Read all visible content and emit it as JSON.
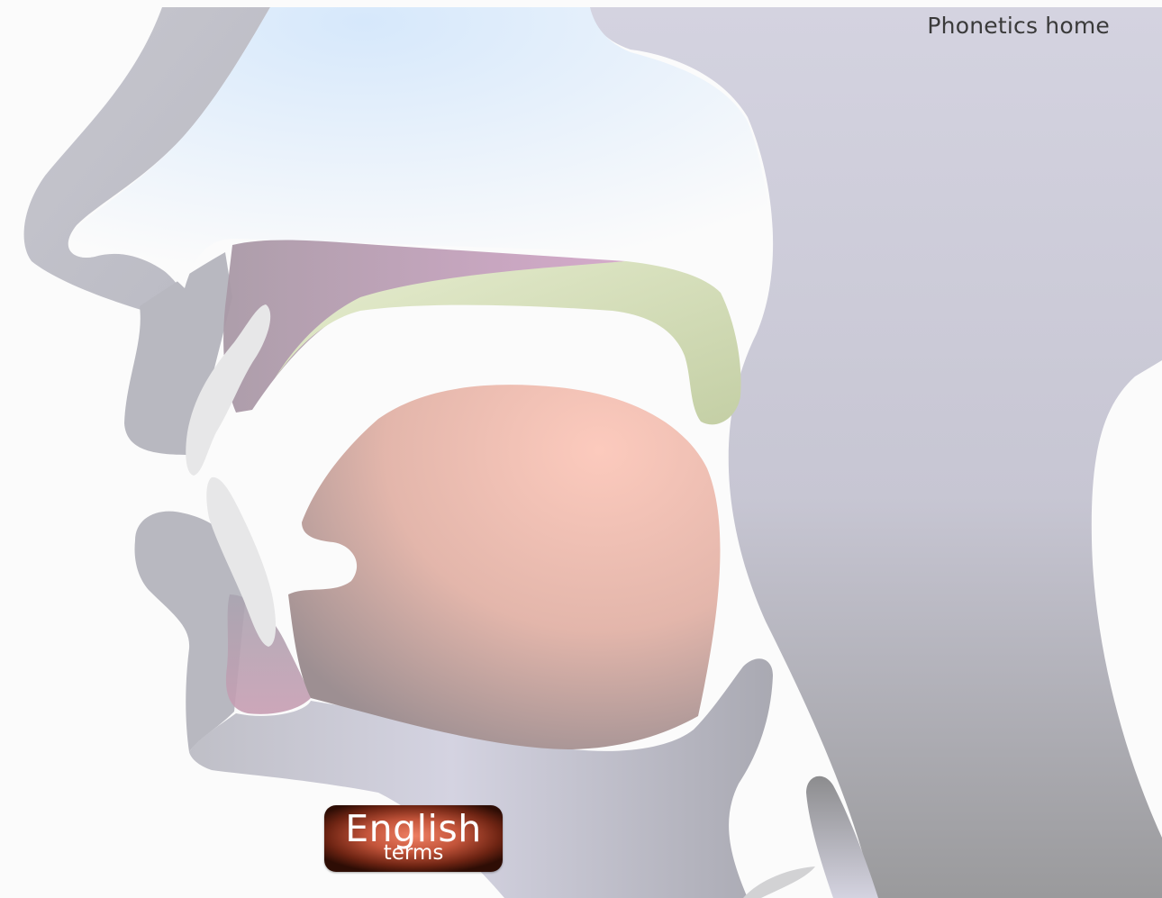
{
  "header": {
    "home_link": "Phonetics home"
  },
  "diagram": {
    "parts": [
      "nasal-cavity",
      "hard-palate",
      "soft-palate",
      "tongue",
      "upper-lip",
      "lower-lip",
      "upper-teeth",
      "lower-teeth",
      "head-outline",
      "epiglottis",
      "larynx"
    ]
  },
  "terms_button": {
    "main_label": "English",
    "sub_label": "terms"
  },
  "colors": {
    "background": "#fbfbfb",
    "head_tissue": "#c8c8d2",
    "nasal_cavity": "#dcebfa",
    "soft_palate": "#dbe3c3",
    "tongue": "#f8c4b6",
    "lip_inner": "#c49cae",
    "teeth": "#e6e6e6",
    "button": "#c4553b"
  }
}
